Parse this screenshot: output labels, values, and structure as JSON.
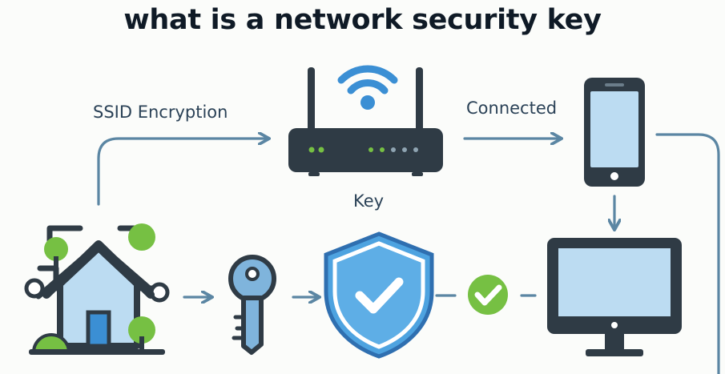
{
  "title": "what is a network security key",
  "labels": {
    "ssid_encryption": "SSID Encryption",
    "connected": "Connected",
    "key": "Key"
  },
  "colors": {
    "dark": "#2f3b45",
    "blue": "#3b8fd4",
    "light_blue": "#bcdcf2",
    "green": "#76c043",
    "arrow": "#5b86a3"
  },
  "icons": [
    "house-network-icon",
    "router-icon",
    "smartphone-icon",
    "key-icon",
    "security-shield-icon",
    "check-icon",
    "monitor-icon"
  ]
}
